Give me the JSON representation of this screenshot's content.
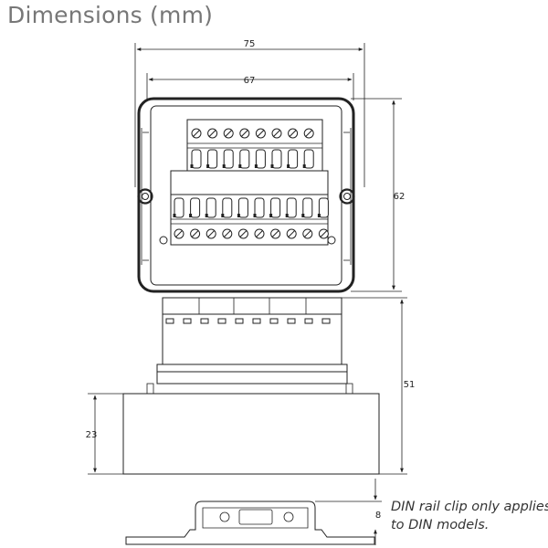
{
  "title": "Dimensions (mm)",
  "dimensions": {
    "overall_width": "75",
    "inner_width": "67",
    "front_height": "62",
    "side_height": "51",
    "base_height": "23",
    "clip_height": "8"
  },
  "note": {
    "line1": "DIN rail clip only applies",
    "line2": "to DIN models."
  },
  "colors": {
    "outline": "#222222",
    "title": "#777777",
    "terminal_fill": "#ffffff"
  }
}
